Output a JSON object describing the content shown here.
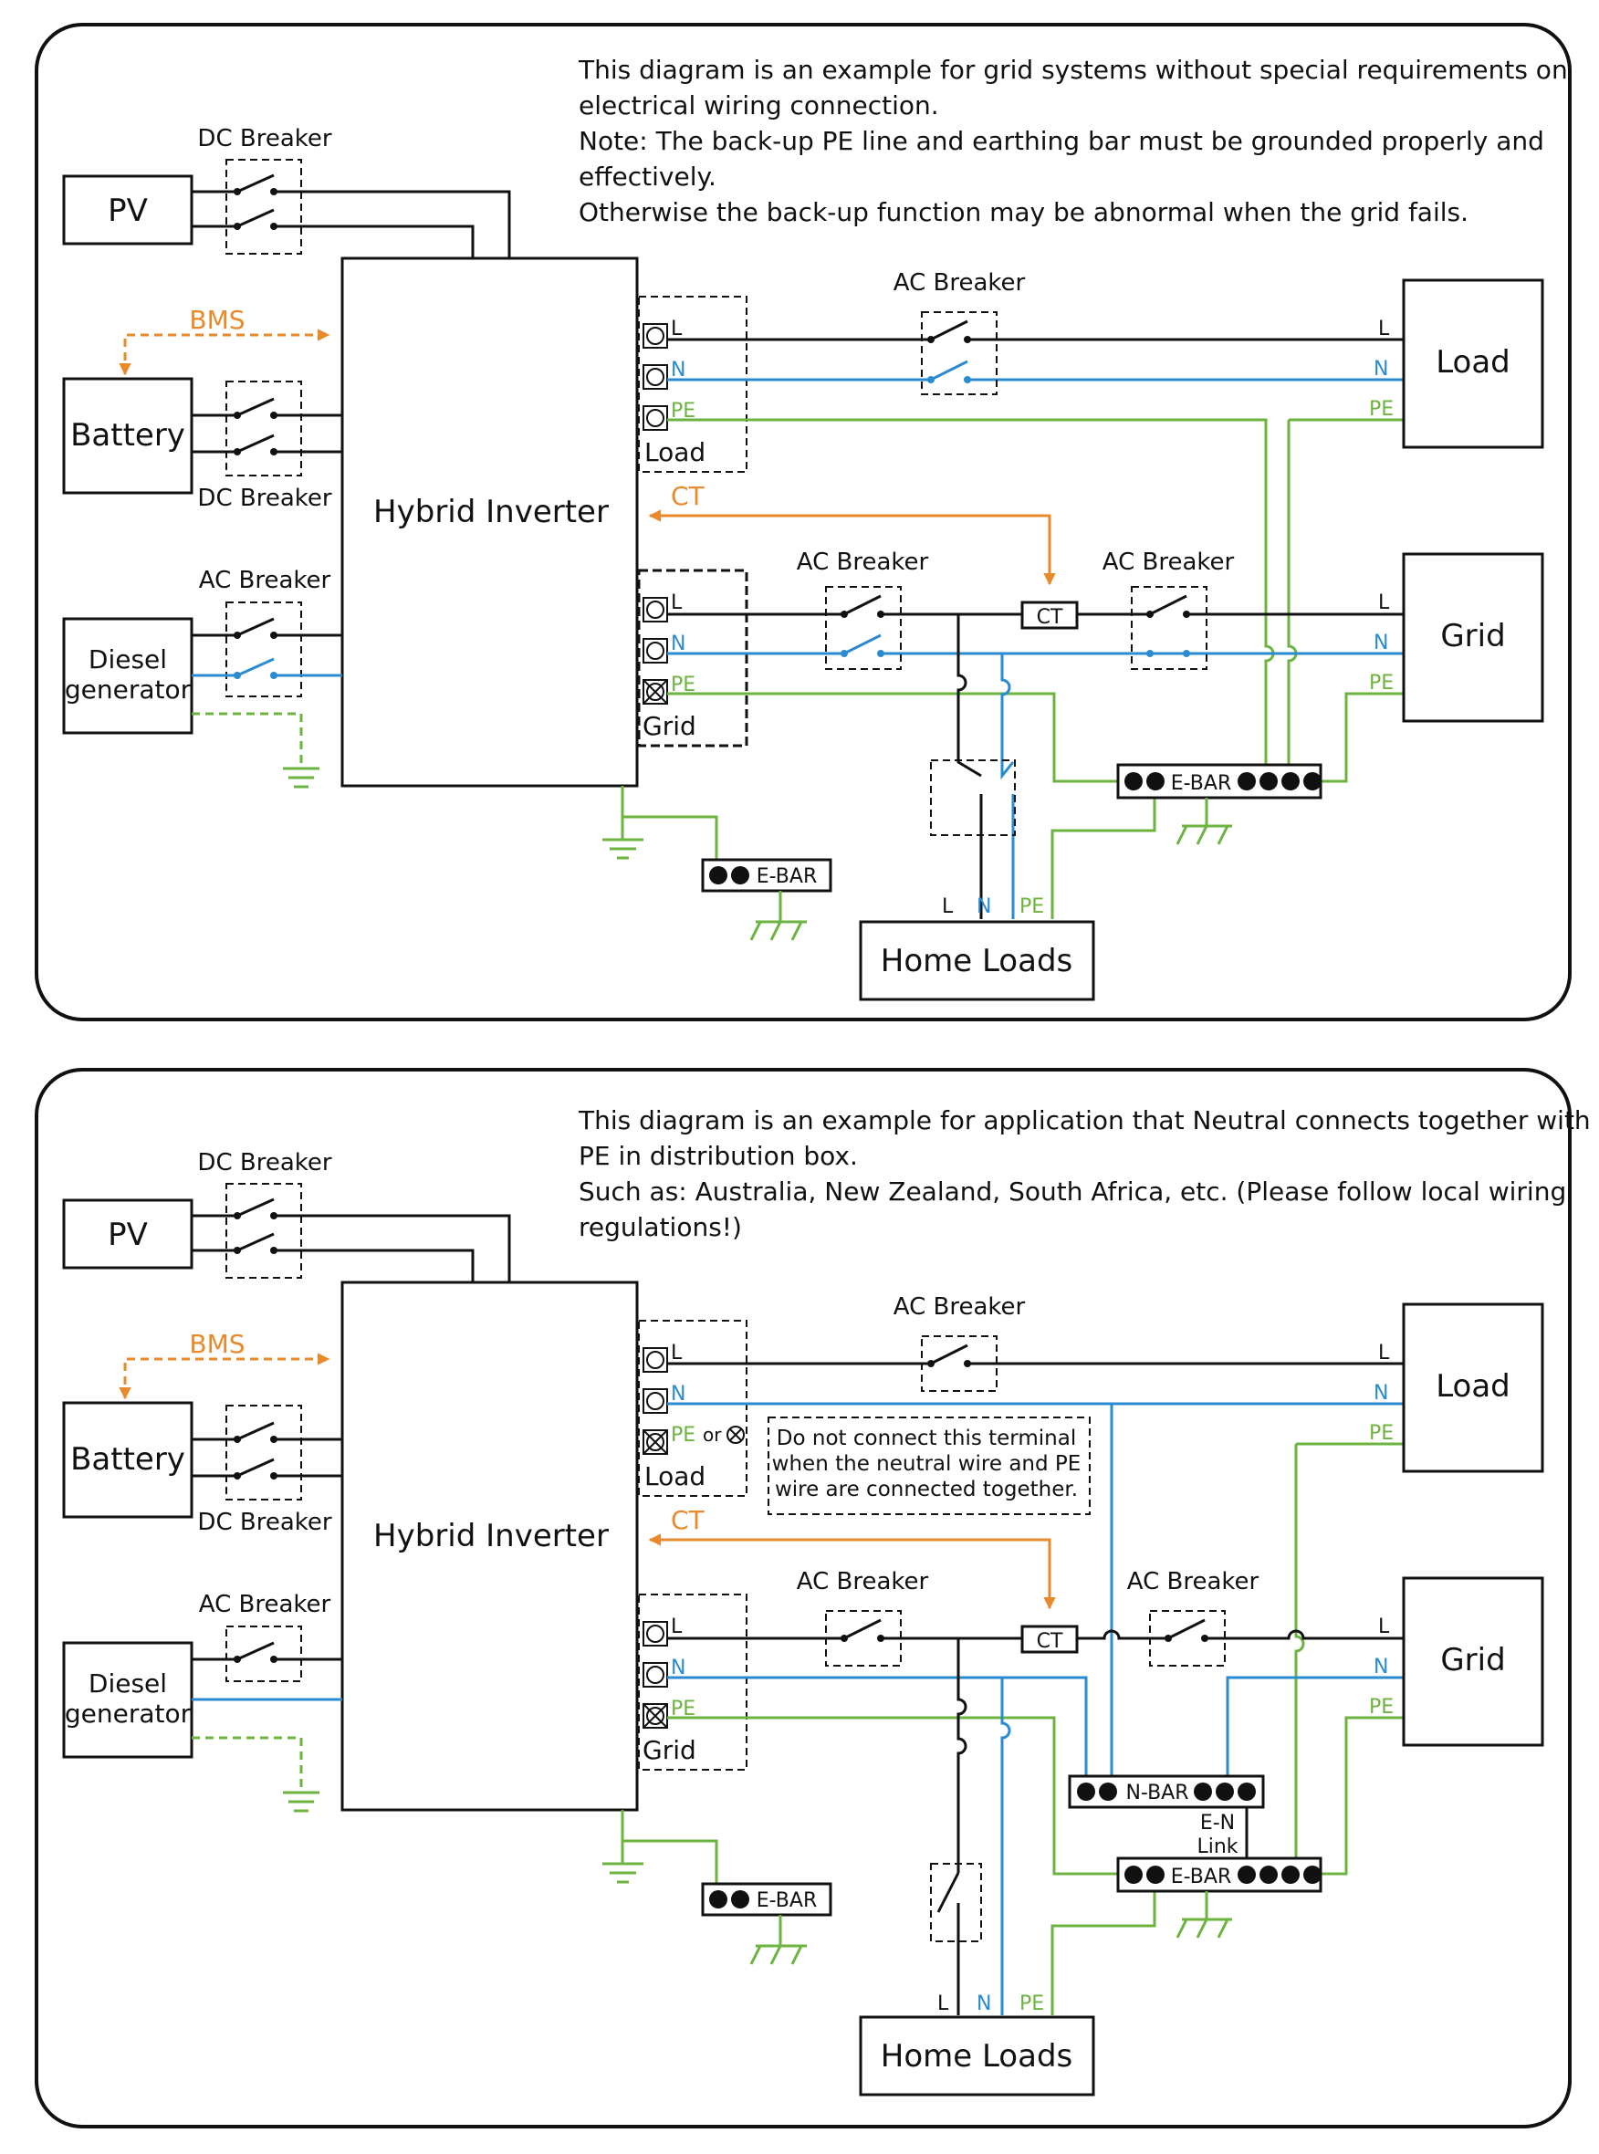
{
  "colors": {
    "line": "#111111",
    "neutral": "#2a8bd1",
    "earth": "#6db33f",
    "signal": "#e8892c",
    "frame": "#111111"
  },
  "diagram1": {
    "note": [
      "This diagram is an example for grid systems without special requirements on",
      "electrical wiring connection.",
      "Note: The back-up PE line and earthing bar must be grounded properly and",
      "effectively.",
      "Otherwise the back-up function may be abnormal when the grid fails."
    ],
    "pv": "PV",
    "battery": "Battery",
    "diesel": [
      "Diesel",
      "generator"
    ],
    "inverter": "Hybrid Inverter",
    "dc_breaker": "DC Breaker",
    "ac_breaker": "AC Breaker",
    "bms": "BMS",
    "ct": "CT",
    "load": "Load",
    "grid": "Grid",
    "home_loads": "Home Loads",
    "ebar": "E-BAR",
    "L": "L",
    "N": "N",
    "PE": "PE",
    "terminal_load": "Load",
    "terminal_grid": "Grid"
  },
  "diagram2": {
    "note": [
      "This diagram is an example for application that Neutral connects together with",
      "PE in distribution box.",
      "Such as: Australia, New Zealand, South Africa, etc. (Please follow local wiring",
      "regulations!)"
    ],
    "pv": "PV",
    "battery": "Battery",
    "diesel": [
      "Diesel",
      "generator"
    ],
    "inverter": "Hybrid Inverter",
    "dc_breaker": "DC Breaker",
    "ac_breaker": "AC Breaker",
    "bms": "BMS",
    "ct": "CT",
    "load": "Load",
    "grid": "Grid",
    "home_loads": "Home Loads",
    "ebar": "E-BAR",
    "nbar": "N-BAR",
    "en_link": [
      "E-N",
      "Link"
    ],
    "pe_or": "or",
    "warning": [
      "Do not connect this terminal",
      "when the neutral wire and PE",
      "wire are connected together."
    ],
    "L": "L",
    "N": "N",
    "PE": "PE",
    "terminal_load": "Load",
    "terminal_grid": "Grid"
  }
}
